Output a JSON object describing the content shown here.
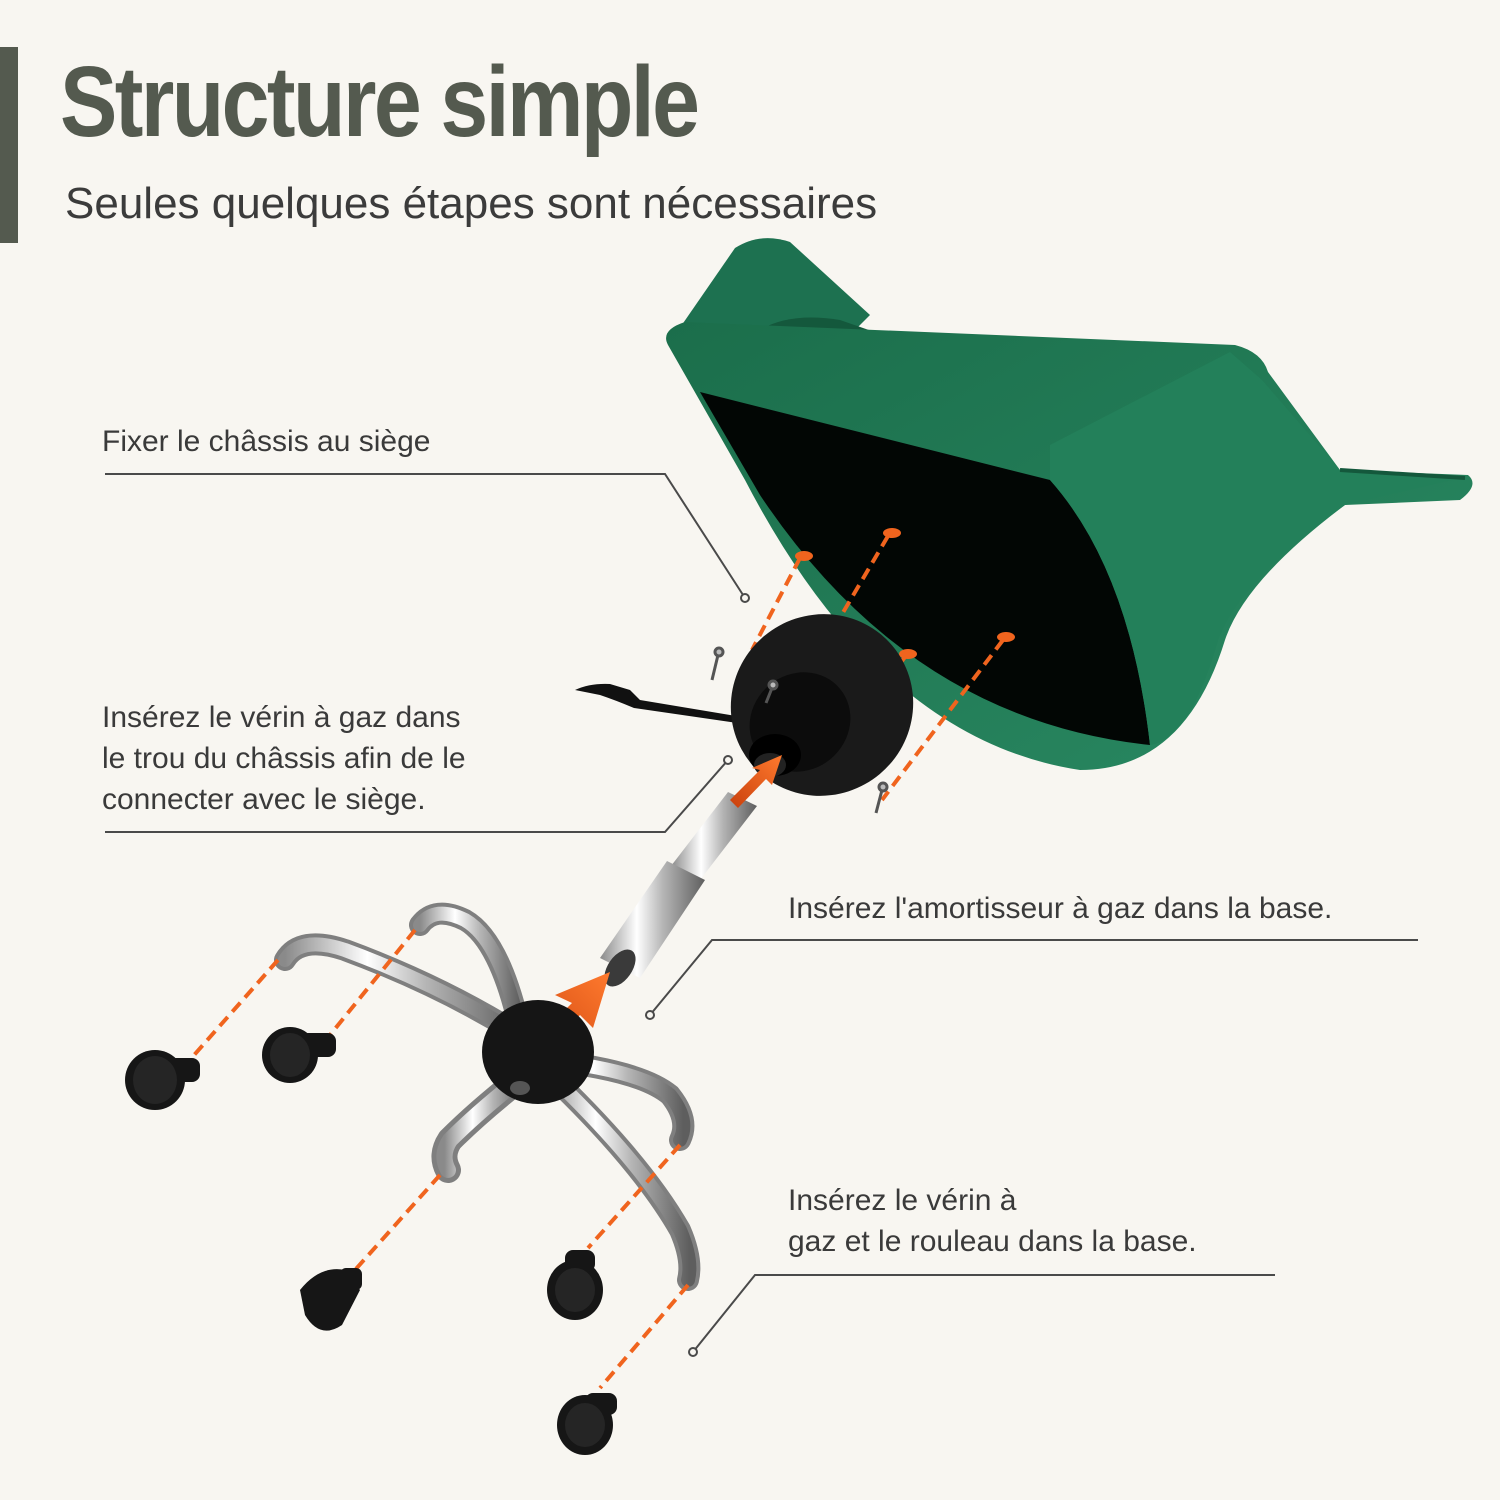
{
  "header": {
    "title": "Structure simple",
    "subtitle": "Seules quelques étapes sont nécessaires"
  },
  "callouts": {
    "attach_frame": "Fixer le châssis au siège",
    "insert_cylinder_line1": "Insérez le vérin à gaz dans",
    "insert_cylinder_line2": "le trou du châssis afin de le",
    "insert_cylinder_line3": "connecter avec le siège.",
    "insert_shock": "Insérez l'amortisseur à gaz dans la base.",
    "insert_rollers_line1": "Insérez le vérin à",
    "insert_rollers_line2": "gaz et le rouleau dans la base."
  },
  "colors": {
    "background": "#f8f6f1",
    "accent": "#545a4f",
    "seat_green": "#1e7a55",
    "guide_orange": "#f0641e"
  }
}
